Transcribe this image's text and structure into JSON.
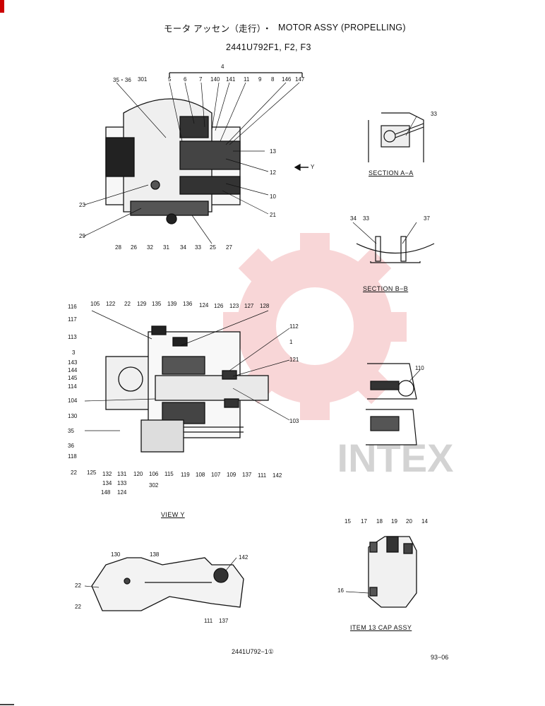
{
  "header": {
    "title_jp": "モータ アッセン（走行）",
    "title_sep": "・",
    "title_en": "MOTOR ASSY (PROPELLING)",
    "model": "2441U792F1, F2, F3"
  },
  "sections": {
    "a": "SECTION  A−A",
    "b": "SECTION  B−B",
    "view_y": "VIEW  Y",
    "item13": "ITEM 13   CAP ASSY"
  },
  "arrow_y_label": "Y",
  "watermark": "INTEX",
  "footer": {
    "drawing_no": "2441U792−1①",
    "date": "93−06"
  },
  "callouts": {
    "top": [
      "4",
      "35・36",
      "301",
      "5",
      "6",
      "7",
      "140",
      "141",
      "11",
      "9",
      "8",
      "146",
      "147",
      "13",
      "12",
      "10",
      "21",
      "23",
      "29",
      "28",
      "26",
      "32",
      "31",
      "34",
      "33",
      "25",
      "27"
    ],
    "section_a": [
      "33"
    ],
    "section_b": [
      "34",
      "33",
      "37"
    ],
    "main": [
      "116",
      "105",
      "122",
      "22",
      "129",
      "135",
      "139",
      "136",
      "124",
      "126",
      "123",
      "127",
      "128",
      "117",
      "112",
      "113",
      "1",
      "3",
      "143",
      "144",
      "145",
      "121",
      "114",
      "104",
      "103",
      "130",
      "35",
      "36",
      "118",
      "22",
      "125",
      "132",
      "131",
      "120",
      "106",
      "115",
      "119",
      "108",
      "107",
      "109",
      "137",
      "111",
      "142",
      "134",
      "133",
      "148",
      "124",
      "302"
    ],
    "right_mid": [
      "110"
    ],
    "view_y": [
      "130",
      "138",
      "142",
      "22",
      "22",
      "111",
      "137"
    ],
    "item13": [
      "15",
      "17",
      "18",
      "19",
      "20",
      "14",
      "16"
    ]
  }
}
